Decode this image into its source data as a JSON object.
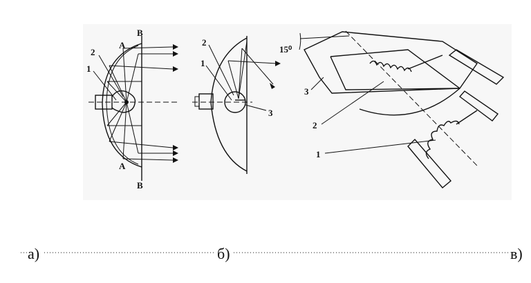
{
  "figure_a": {
    "label_a_top": "А",
    "label_a_bottom": "А",
    "label_b_top": "В",
    "label_b_bottom": "В",
    "label_1": "1",
    "label_2": "2"
  },
  "figure_b": {
    "label_1": "1",
    "label_2": "2",
    "label_3": "3"
  },
  "figure_c": {
    "angle": "15⁰",
    "label_1": "1",
    "label_2": "2",
    "label_3": "3"
  },
  "captions": [
    "а)",
    "б)",
    "в)"
  ]
}
